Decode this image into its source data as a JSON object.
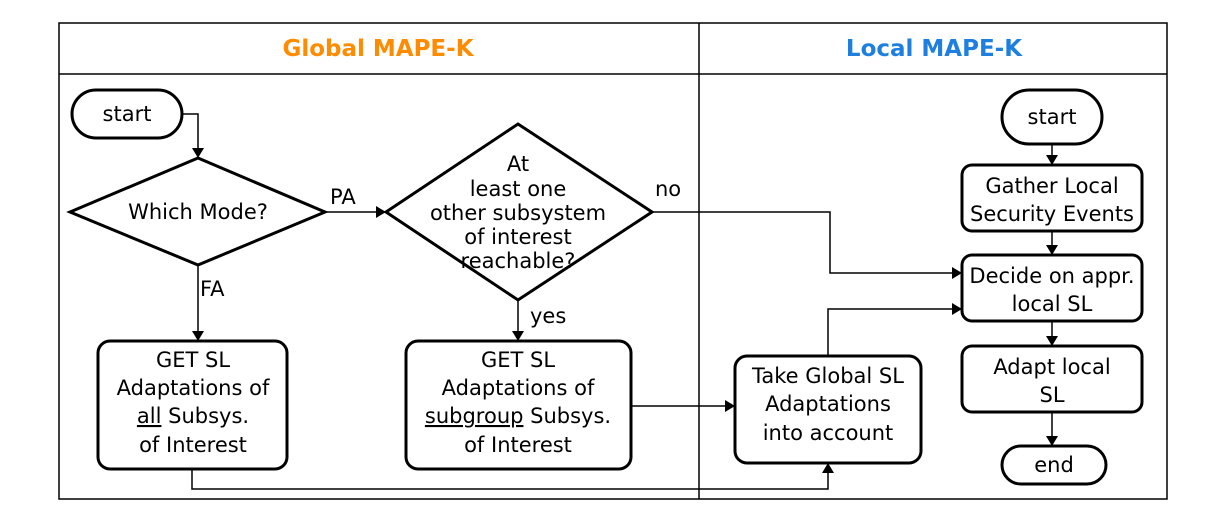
{
  "lanes": {
    "global": {
      "title": "Global MAPE-K",
      "color": "#ff8c00"
    },
    "local": {
      "title": "Local MAPE-K",
      "color": "#1e7fe0"
    }
  },
  "nodes": {
    "global_start": "start",
    "which_mode": "Which Mode?",
    "reachable": [
      "At",
      "least one",
      "other subsystem",
      "of interest",
      "reachable?"
    ],
    "get_all": {
      "line1": "GET SL",
      "line2": "Adaptations of",
      "line3_prefix": "all",
      "line3_suffix": " Subsys.",
      "line4": "of Interest"
    },
    "get_subgroup": {
      "line1": "GET SL",
      "line2": "Adaptations of",
      "line3_prefix": "subgroup",
      "line3_suffix": " Subsys.",
      "line4": "of Interest"
    },
    "take_global": [
      "Take Global SL",
      "Adaptations",
      "into account"
    ],
    "local_start": "start",
    "gather": [
      "Gather Local",
      "Security Events"
    ],
    "decide": [
      "Decide on appr.",
      "local SL"
    ],
    "adapt": [
      "Adapt local",
      "SL"
    ],
    "end": "end"
  },
  "edge_labels": {
    "pa": "PA",
    "fa": "FA",
    "no": "no",
    "yes": "yes"
  }
}
